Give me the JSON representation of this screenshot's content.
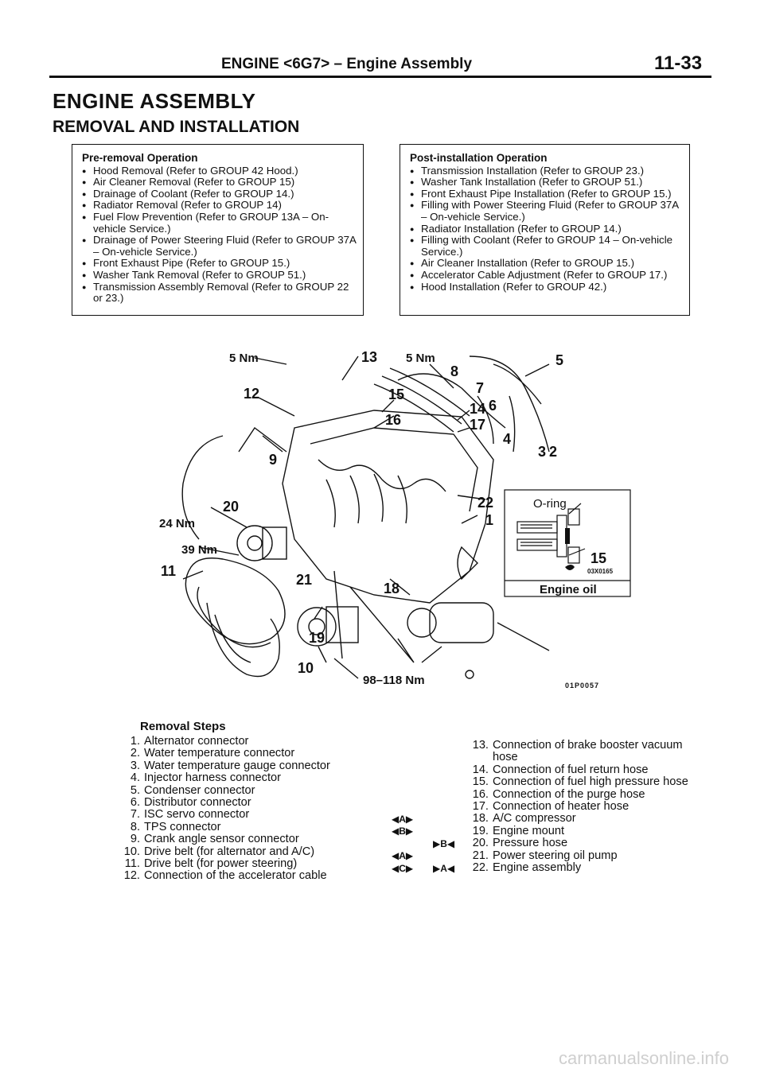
{
  "header": {
    "title": "ENGINE <6G7> – Engine Assembly",
    "page_number": "11-33"
  },
  "heading": "ENGINE ASSEMBLY",
  "subheading": "REMOVAL AND INSTALLATION",
  "pre_removal": {
    "title": "Pre-removal Operation",
    "items": [
      "Hood Removal (Refer to GROUP 42 Hood.)",
      "Air Cleaner Removal (Refer to GROUP 15)",
      "Drainage of Coolant (Refer to GROUP 14.)",
      "Radiator Removal (Refer to GROUP 14)",
      "Fuel Flow Prevention (Refer to GROUP 13A – On-vehicle Service.)",
      "Drainage of Power Steering Fluid (Refer to GROUP 37A – On-vehicle Service.)",
      "Front Exhaust Pipe (Refer to GROUP 15.)",
      "Washer Tank Removal (Refer to GROUP 51.)",
      "Transmission Assembly Removal (Refer to GROUP 22 or 23.)"
    ]
  },
  "post_installation": {
    "title": "Post-installation Operation",
    "items": [
      "Transmission Installation (Refer to GROUP 23.)",
      "Washer Tank Installation (Refer to GROUP 51.)",
      "Front Exhaust Pipe Installation (Refer to GROUP 15.)",
      "Filling with Power Steering Fluid (Refer to GROUP 37A – On-vehicle Service.)",
      "Radiator Installation (Refer to GROUP 14.)",
      "Filling with Coolant (Refer to GROUP 14 – On-vehicle Service.)",
      "Air Cleaner Installation (Refer to GROUP 15.)",
      "Accelerator Cable Adjustment (Refer to GROUP 17.)",
      "Hood Installation (Refer to GROUP 42.)"
    ]
  },
  "diagram": {
    "torques": [
      "5 Nm",
      "5 Nm",
      "24 Nm",
      "39 Nm",
      "98–118 Nm"
    ],
    "callouts": [
      "13",
      "8",
      "7",
      "5",
      "12",
      "15",
      "14",
      "6",
      "16",
      "17",
      "4",
      "3",
      "2",
      "9",
      "20",
      "22",
      "1",
      "11",
      "21",
      "18",
      "19",
      "10"
    ],
    "inset": {
      "oring": "O-ring",
      "part": "15",
      "code": "03X0165",
      "caption": "Engine oil"
    },
    "figure_code": "01P0057"
  },
  "removal_steps": {
    "title": "Removal Steps",
    "left": [
      {
        "n": "1.",
        "text": "Alternator connector"
      },
      {
        "n": "2.",
        "text": "Water temperature connector"
      },
      {
        "n": "3.",
        "text": "Water temperature gauge connector"
      },
      {
        "n": "4.",
        "text": "Injector harness connector"
      },
      {
        "n": "5.",
        "text": "Condenser connector"
      },
      {
        "n": "6.",
        "text": "Distributor connector"
      },
      {
        "n": "7.",
        "text": "ISC servo connector"
      },
      {
        "n": "8.",
        "text": "TPS connector"
      },
      {
        "n": "9.",
        "text": "Crank angle sensor connector"
      },
      {
        "n": "10.",
        "text": "Drive belt (for alternator and A/C)"
      },
      {
        "n": "11.",
        "text": "Drive belt (for power steering)"
      },
      {
        "n": "12.",
        "text": "Connection of the accelerator cable"
      }
    ],
    "right": [
      {
        "n": "13.",
        "text": "Connection of brake booster vacuum"
      },
      {
        "n": "",
        "text": "hose"
      },
      {
        "n": "14.",
        "text": "Connection of fuel return hose"
      },
      {
        "n": "15.",
        "text": "Connection of fuel high pressure hose"
      },
      {
        "n": "16.",
        "text": "Connection of the purge hose"
      },
      {
        "n": "17.",
        "text": "Connection of heater hose"
      },
      {
        "n": "18.",
        "text": "A/C compressor"
      },
      {
        "n": "19.",
        "text": "Engine mount"
      },
      {
        "n": "20.",
        "text": "Pressure hose"
      },
      {
        "n": "21.",
        "text": "Power steering oil pump"
      },
      {
        "n": "22.",
        "text": "Engine assembly"
      }
    ],
    "marks": [
      {
        "removal": "◀A▶",
        "install": ""
      },
      {
        "removal": "◀B▶",
        "install": ""
      },
      {
        "removal": "",
        "install": "▶B◀"
      },
      {
        "removal": "◀A▶",
        "install": ""
      },
      {
        "removal": "◀C▶",
        "install": "▶A◀"
      }
    ]
  },
  "watermark": "carmanualsonline.info"
}
